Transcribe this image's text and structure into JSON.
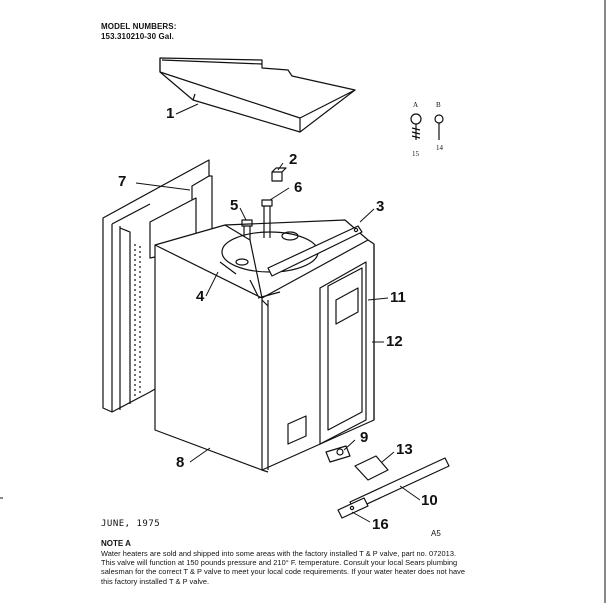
{
  "model": {
    "heading": "MODEL NUMBERS:",
    "number": "153.310210-30 Gal."
  },
  "callouts": [
    "1",
    "2",
    "3",
    "4",
    "5",
    "6",
    "7",
    "8",
    "9",
    "10",
    "11",
    "12",
    "13",
    "16"
  ],
  "inset": {
    "label_a": "A",
    "label_b": "B",
    "num_a": "15",
    "num_b": "14"
  },
  "date": "JUNE, 1975",
  "sheet": "A5",
  "note": {
    "title": "NOTE A",
    "lines": [
      "Water heaters are sold and shipped into some areas with the factory installed T & P valve, part no. 072013.",
      "This valve will function at 150 pounds pressure and 210° F. temperature.  Consult your local Sears plumbing",
      "salesman for the correct T & P valve to meet your local code requirements.  If your water heater does not have",
      "this factory installed T & P valve."
    ]
  }
}
